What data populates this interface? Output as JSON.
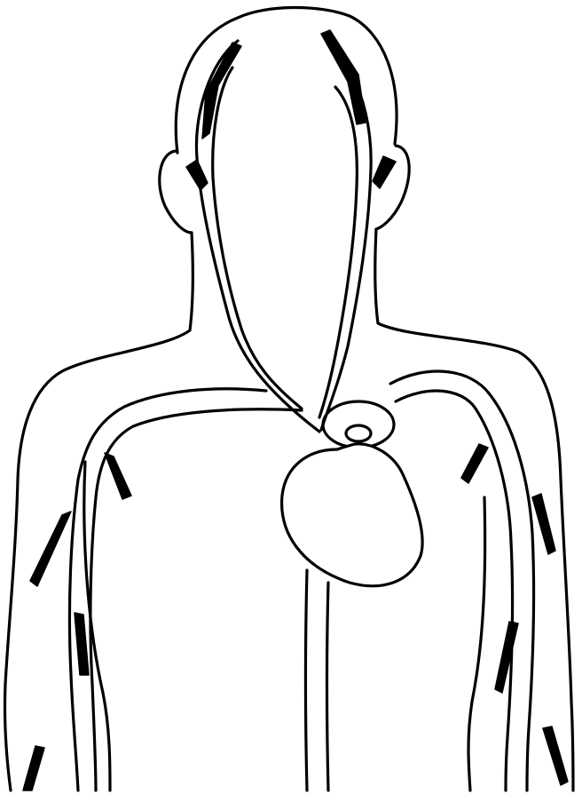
{
  "diagram": {
    "type": "circulatory-system-outline",
    "colors": {
      "background": "#ffffff",
      "line": "#000000"
    },
    "parts": [
      "head",
      "left-ear",
      "right-ear",
      "neck",
      "shoulders",
      "left-arm",
      "right-arm",
      "torso",
      "heart",
      "aortic-arch",
      "jugular-veins",
      "subclavian-vessels",
      "brachial-vessels",
      "descending-aorta"
    ]
  }
}
